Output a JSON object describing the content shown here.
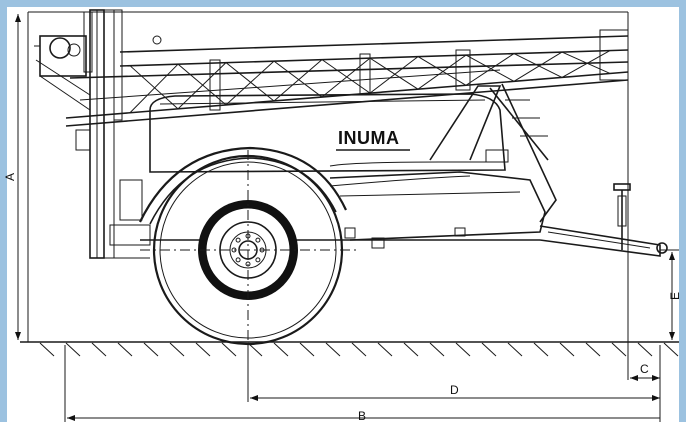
{
  "frame": {
    "border_color": "#9cc2e0",
    "background": "#ffffff",
    "line_color": "#1a1a1a"
  },
  "brand": {
    "text": "INUMA"
  },
  "dimensions": {
    "a": "A",
    "b": "B",
    "c": "C",
    "d": "D",
    "e": "E"
  }
}
